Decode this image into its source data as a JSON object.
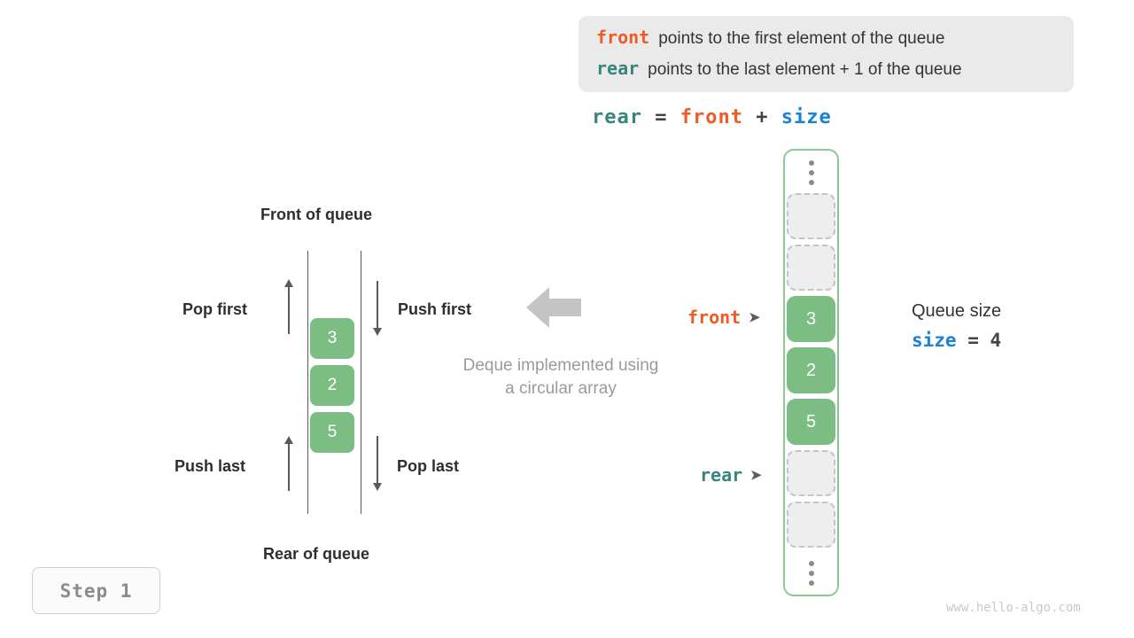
{
  "legend": {
    "rows": [
      {
        "key": "front",
        "key_color": "#ef5b26",
        "text": "points to the first element of the queue"
      },
      {
        "key": "rear",
        "key_color": "#36857f",
        "text": "points to the last element + 1 of the queue"
      }
    ]
  },
  "formula": {
    "lhs": "rear",
    "eq": " = ",
    "op1": "front",
    "plus": " + ",
    "op2": "size"
  },
  "deque": {
    "front_label": "Front of queue",
    "rear_label": "Rear of queue",
    "pop_first_label": "Pop first",
    "push_first_label": "Push first",
    "push_last_label": "Push last",
    "pop_last_label": "Pop last",
    "caption_line1": "Deque implemented using",
    "caption_line2": "a circular array",
    "cells": [
      "3",
      "2",
      "5"
    ]
  },
  "array": {
    "top_ellipsis": "⋮",
    "bottom_ellipsis": "⋮",
    "slots": [
      {
        "value": "",
        "state": "empty"
      },
      {
        "value": "",
        "state": "empty"
      },
      {
        "value": "3",
        "state": "filled"
      },
      {
        "value": "2",
        "state": "filled"
      },
      {
        "value": "5",
        "state": "filled"
      },
      {
        "value": "",
        "state": "empty"
      },
      {
        "value": "",
        "state": "empty"
      }
    ]
  },
  "pointers": {
    "front": {
      "label": "front",
      "tip": "➤",
      "color": "#ef5b26"
    },
    "rear": {
      "label": "rear",
      "tip": "➤",
      "color": "#36857f"
    }
  },
  "size": {
    "title": "Queue size",
    "name": "size",
    "eq": " = ",
    "value": "4"
  },
  "step_badge": "Step 1",
  "watermark": "www.hello-algo.com",
  "colors": {
    "green_fill": "#7cbd83",
    "green_border": "#8cc896",
    "empty_fill": "#eeeeee",
    "empty_border": "#c4c4c4",
    "accent_front": "#ef5b26",
    "accent_rear": "#36857f",
    "accent_size": "#1a82d6",
    "muted": "#9a9a9a",
    "legend_bg": "#eaeaea"
  }
}
